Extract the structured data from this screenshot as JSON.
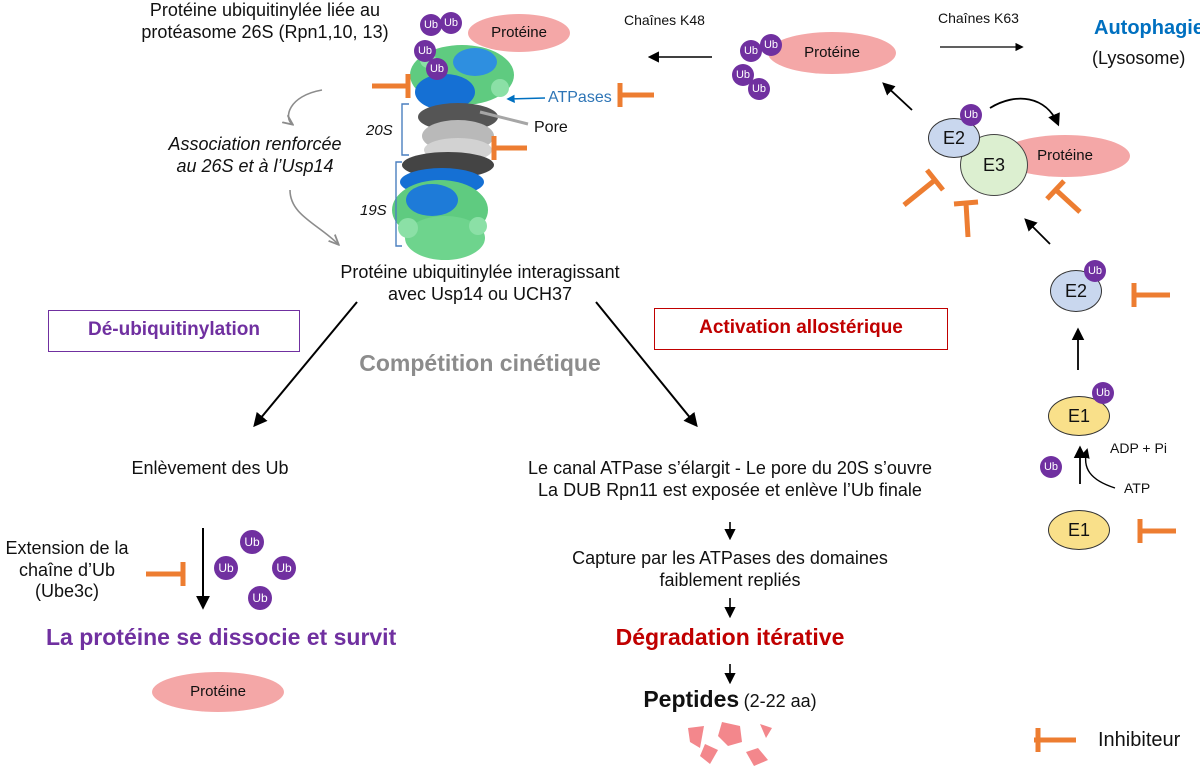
{
  "colors": {
    "inhibitor": "#ED7D31",
    "ub": "#7030A0",
    "protein": "#F4A7A7",
    "deub": "#7030A0",
    "red": "#C00000",
    "blue": "#0070C0",
    "grey": "#8C8C8C",
    "e1": "#F9E08A",
    "e2": "#C9D7EE",
    "e3": "#DCEFD0",
    "proteasome_green": "#5FCB80",
    "proteasome_blue": "#1570D4"
  },
  "labels": {
    "ub": "Ub",
    "protein": "Protéine",
    "top_left_line1": "Protéine ubiquitinylée liée au",
    "top_left_line2": "protéasome 26S (Rpn1,10, 13)",
    "assoc_line1": "Association renforcée",
    "assoc_line2": "au  26S et à l’Usp14",
    "label_20s": "20S",
    "label_19s": "19S",
    "atpases": "ATPases",
    "pore": "Pore",
    "k48": "Chaînes K48",
    "k63": "Chaînes K63",
    "autophagie": "Autophagie",
    "lysosome": "(Lysosome)",
    "e1": "E1",
    "e2": "E2",
    "e3": "E3",
    "adp": "ADP + Pi",
    "atp": "ATP",
    "interact_line1": "Protéine ubiquitinylée interagissant",
    "interact_line2": "avec Usp14 ou UCH37",
    "deubiquitination": "Dé-ubiquitinylation",
    "activation": "Activation allostérique",
    "competition": "Compétition cinétique",
    "removal": "Enlèvement des Ub",
    "channel_line1": "Le canal ATPase s’élargit  - Le pore du 20S s’ouvre",
    "channel_line2": "La DUB Rpn11 est exposée et enlève l’Ub finale",
    "capture_line1": "Capture par les ATPases des domaines",
    "capture_line2": "faiblement repliés",
    "degradation": "Dégradation itérative",
    "peptides": "Peptides",
    "peptides_size": "(2-22 aa)",
    "ext_line1": "Extension de la",
    "ext_line2": "chaîne d’Ub",
    "ext_line3": "(Ube3c)",
    "survive": "La protéine se dissocie et survit",
    "inhibitor_legend": "Inhibiteur"
  }
}
